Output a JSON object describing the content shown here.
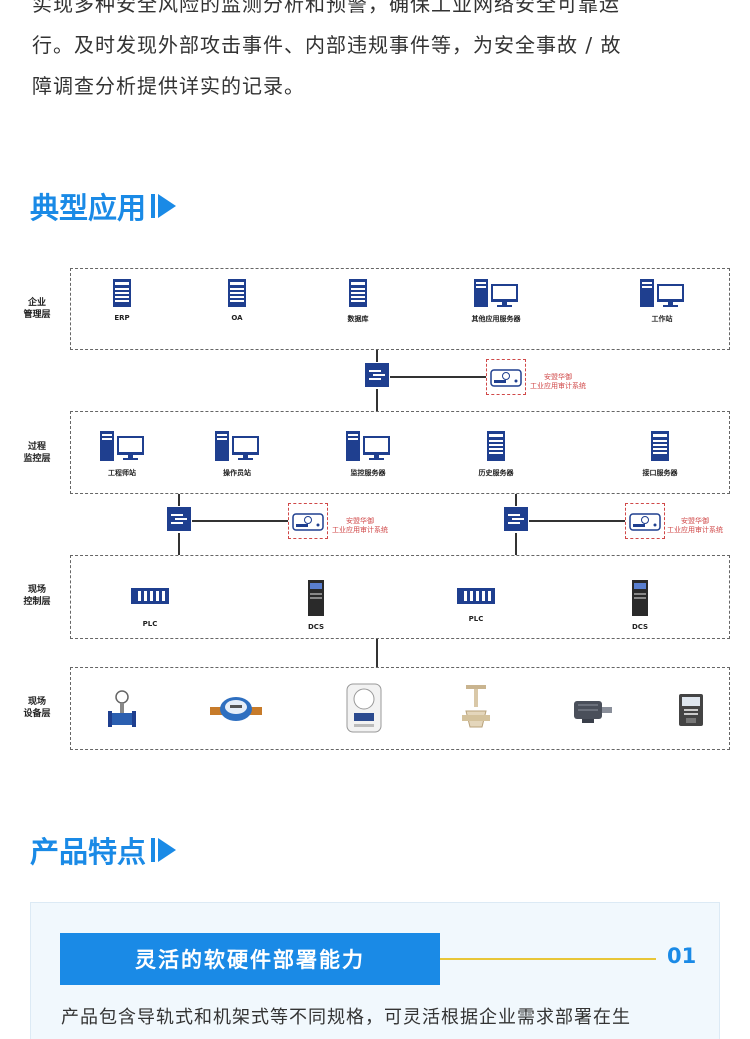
{
  "intro": {
    "line1": "实现多种安全风险的监测分析和预警，确保工业网络安全可靠运",
    "line2": "行。及时发现外部攻击事件、内部违规事件等，为安全事故 / 故",
    "line3": "障调查分析提供详实的记录。"
  },
  "sections": {
    "typical_app": "典型应用",
    "features": "产品特点"
  },
  "diagram": {
    "layers": {
      "enterprise": [
        "企业",
        "管理层"
      ],
      "process": [
        "过程",
        "监控层"
      ],
      "control": [
        "现场",
        "控制层"
      ],
      "device": [
        "现场",
        "设备层"
      ]
    },
    "enterprise_nodes": [
      "ERP",
      "OA",
      "数据库",
      "其他应用服务器",
      "工作站"
    ],
    "process_nodes": [
      "工程师站",
      "操作员站",
      "监控服务器",
      "历史服务器",
      "接口服务器"
    ],
    "control_nodes": [
      "PLC",
      "DCS",
      "PLC",
      "DCS"
    ],
    "audit_label": [
      "安盟华御",
      "工业应用审计系统"
    ],
    "device_icons": [
      "flowmeter-icon",
      "water-meter-icon",
      "electric-meter-icon",
      "valve-icon",
      "motor-icon",
      "panel-meter-icon"
    ]
  },
  "feature": {
    "title": "灵活的软硬件部署能力",
    "number": "01",
    "text": "产品包含导轨式和机架式等不同规格，可灵活根据企业需求部署在生"
  },
  "colors": {
    "accent": "#1a8ae6",
    "device_navy": "#1f3f8f",
    "audit_red": "#d04848",
    "divider_yellow": "#e8c638"
  }
}
